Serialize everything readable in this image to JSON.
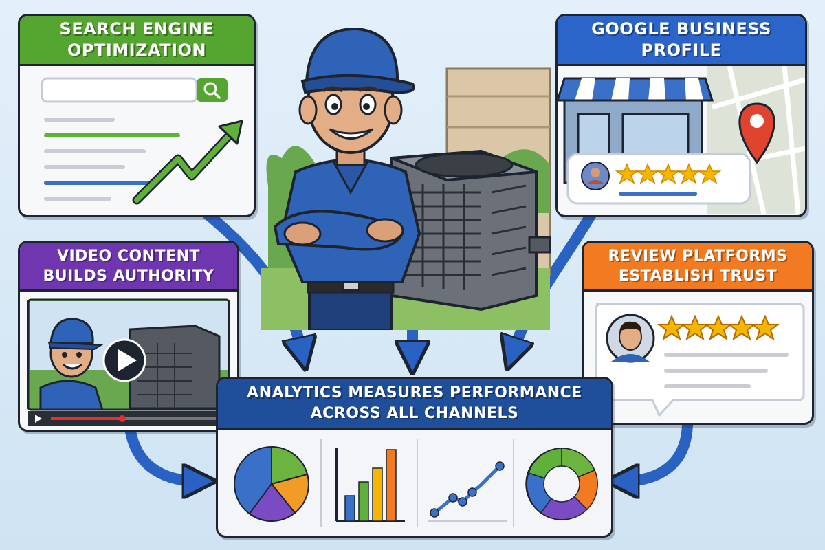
{
  "panels": {
    "seo": {
      "title_line1": "SEARCH ENGINE",
      "title_line2": "OPTIMIZATION",
      "color": "#55a630"
    },
    "gbp": {
      "title_line1": "GOOGLE BUSINESS",
      "title_line2": "PROFILE",
      "color": "#2c65c9",
      "rating_stars": 5
    },
    "video": {
      "title_line1": "VIDEO CONTENT",
      "title_line2": "BUILDS AUTHORITY",
      "color": "#7036b0",
      "progress": 0.42
    },
    "review": {
      "title_line1": "REVIEW PLATFORMS",
      "title_line2": "ESTABLISH TRUST",
      "color": "#f27b22",
      "rating_stars": 5
    },
    "analytics": {
      "title_line1": "ANALYTICS MEASURES PERFORMANCE",
      "title_line2": "ACROSS ALL CHANNELS",
      "color": "#1f4e9a"
    }
  },
  "icons": [
    "search-icon",
    "trend-arrow-icon",
    "storefront-icon",
    "map-pin-icon",
    "star-icon",
    "avatar-icon",
    "play-icon",
    "pie-chart-icon",
    "bar-chart-icon",
    "line-chart-icon",
    "donut-chart-icon",
    "technician-illustration",
    "ac-unit-illustration"
  ],
  "colors": {
    "arrow": "#2a62c4",
    "outline": "#1d2430",
    "background": "#dcebf7"
  }
}
